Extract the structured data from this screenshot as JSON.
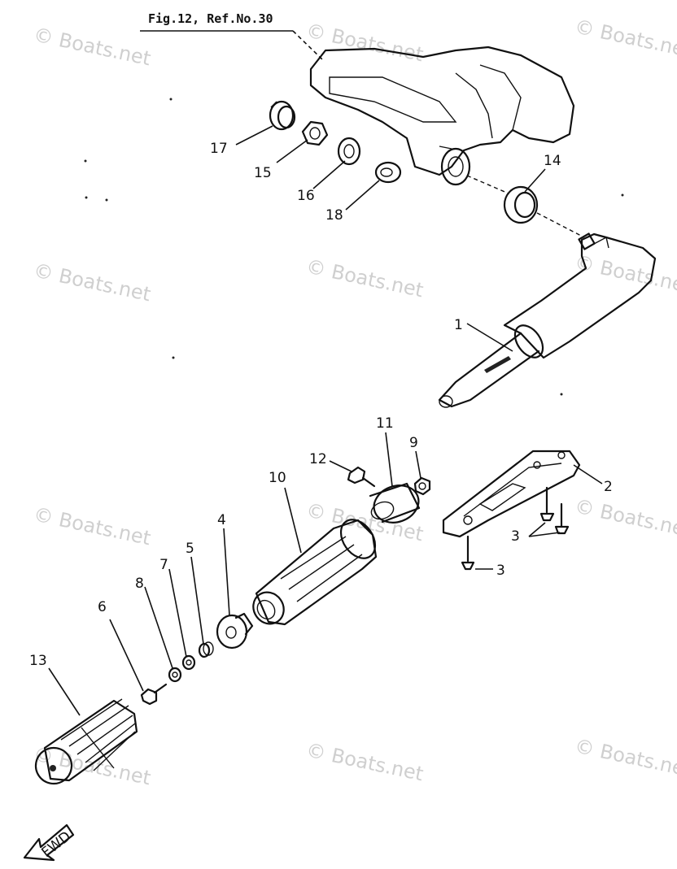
{
  "figure_ref": "Fig.12, Ref.No.30",
  "watermark": "© Boats.net",
  "fwd_label": "FWD",
  "callouts": {
    "c1": "1",
    "c2": "2",
    "c3a": "3",
    "c3b": "3",
    "c4": "4",
    "c5": "5",
    "c6": "6",
    "c7": "7",
    "c8": "8",
    "c9": "9",
    "c10": "10",
    "c11": "11",
    "c12": "12",
    "c13": "13",
    "c14": "14",
    "c15": "15",
    "c16": "16",
    "c17": "17",
    "c18": "18"
  }
}
